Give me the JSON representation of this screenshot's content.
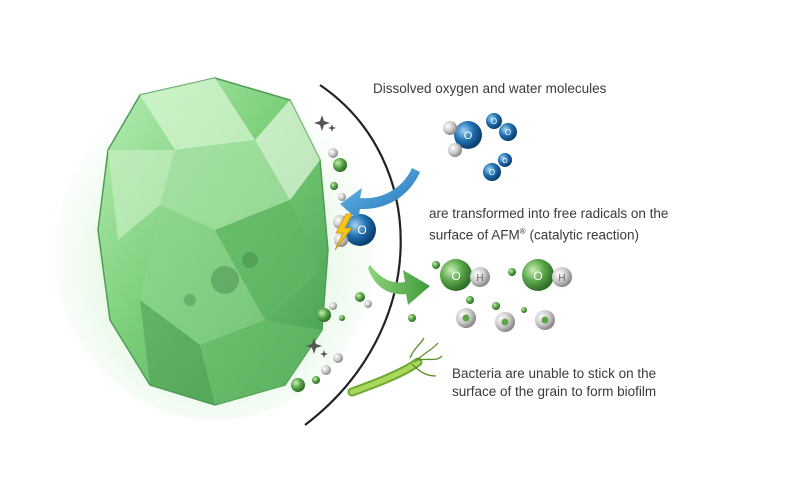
{
  "captions": {
    "oxygen_water": "Dissolved oxygen and water molecules",
    "radicals_line1": "are transformed into free radicals on the",
    "radicals_line2_prefix": "surface of AFM",
    "radicals_line2_reg": "®",
    "radicals_line2_suffix": " (catalytic reaction)",
    "bacteria_line1": "Bacteria are unable to stick on the",
    "bacteria_line2": "surface of the grain to form biofilm"
  },
  "atom_labels": {
    "oxygen": "O",
    "hydrogen": "H"
  },
  "colors": {
    "grain_green": "#7ccf7a",
    "water_blue": "#1e6fb0",
    "radical_green": "#5aa548",
    "arrow_blue": "#2f8fd0",
    "arrow_green": "#5cb84e",
    "boundary": "#222222",
    "bacteria": "#8cc63f"
  }
}
